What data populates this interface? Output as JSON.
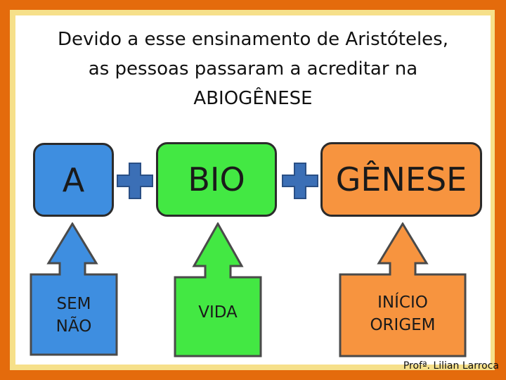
{
  "title": {
    "line1": "Devido a esse ensinamento de Aristóteles,",
    "line2": "as pessoas passaram a acreditar na",
    "line3": "ABIOGÊNESE"
  },
  "parts": [
    {
      "text": "A",
      "color": "#3e8ee0"
    },
    {
      "text": "BIO",
      "color": "#43e843"
    },
    {
      "text": "GÊNESE",
      "color": "#f7943f"
    }
  ],
  "meanings": [
    {
      "line1": "SEM",
      "line2": "NÃO"
    },
    {
      "line1": "VIDA",
      "line2": ""
    },
    {
      "line1": "INÍCIO",
      "line2": "ORIGEM"
    }
  ],
  "plus_icon_color": "#3b6fb6",
  "footer": "Profª. Lilian Larroca"
}
